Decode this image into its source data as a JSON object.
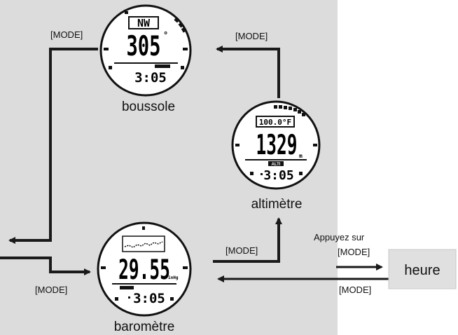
{
  "labels": {
    "mode_top_left": "[MODE]",
    "mode_top_right": "[MODE]",
    "mode_bottom_left": "[MODE]",
    "mode_bottom_mid": "[MODE]",
    "press_line1": "Appuyez sur",
    "press_line2": "[MODE]",
    "mode_bottom_right": "[MODE]"
  },
  "watches": {
    "compass": {
      "caption": "boussole",
      "top_text": "NW",
      "main_value": "305",
      "unit": "°",
      "time": "3:05"
    },
    "altimeter": {
      "caption": "altimètre",
      "top_text": "100.0°F",
      "main_value": "1329",
      "unit": "m",
      "badge": "ALTI",
      "time": "3:05"
    },
    "barometer": {
      "caption": "baromètre",
      "main_value": "29.55",
      "unit": "inHg",
      "time": "3:05"
    }
  },
  "time_box": {
    "label": "heure"
  },
  "colors": {
    "panel_bg": "#dcdcdc",
    "line": "#1a1a1a",
    "watch_face": "#ffffff",
    "time_box_bg": "#e0e0e0"
  }
}
